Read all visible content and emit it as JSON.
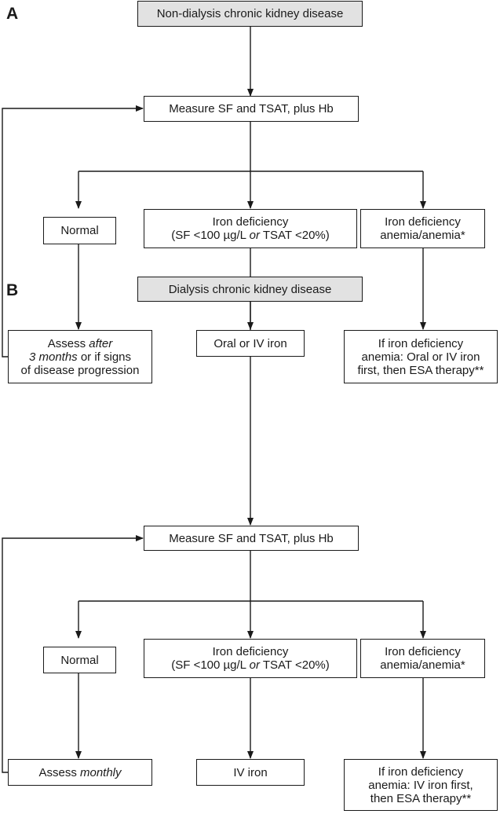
{
  "panel_a": {
    "letter": "A",
    "title": "Non-dialysis chronic kidney disease",
    "measure": "Measure SF and TSAT, plus Hb",
    "normal": "Normal",
    "iron_deficiency": {
      "line1": "Iron deficiency",
      "line2a": "(SF <100 µg/L ",
      "line2or": "or",
      "line2b": " TSAT <20%)"
    },
    "ida": {
      "line1": "Iron deficiency",
      "line2": "anemia/anemia*"
    },
    "assess": {
      "word1": "Assess ",
      "after": "after",
      "months": "3 months",
      "rest": " or if signs",
      "line3": "of disease progression"
    },
    "treatment_mid": "Oral or IV iron",
    "treatment_right": {
      "line1": "If iron deficiency",
      "line2": "anemia: Oral or IV iron",
      "line3": "first, then ESA therapy**"
    }
  },
  "panel_b": {
    "letter": "B",
    "title": "Dialysis chronic kidney disease",
    "measure": "Measure SF and TSAT, plus Hb",
    "normal": "Normal",
    "iron_deficiency": {
      "line1": "Iron deficiency",
      "line2a": "(SF <100 µg/L ",
      "line2or": "or",
      "line2b": " TSAT <20%)"
    },
    "ida": {
      "line1": "Iron deficiency",
      "line2": "anemia/anemia*"
    },
    "assess": {
      "word1": "Assess ",
      "monthly": "monthly"
    },
    "treatment_mid": "IV iron",
    "treatment_right": {
      "line1": "If iron deficiency",
      "line2": "anemia: IV iron first,",
      "line3": "then ESA therapy**"
    }
  },
  "colors": {
    "title_fill": "#e2e2e2",
    "line": "#1a1a1a"
  }
}
